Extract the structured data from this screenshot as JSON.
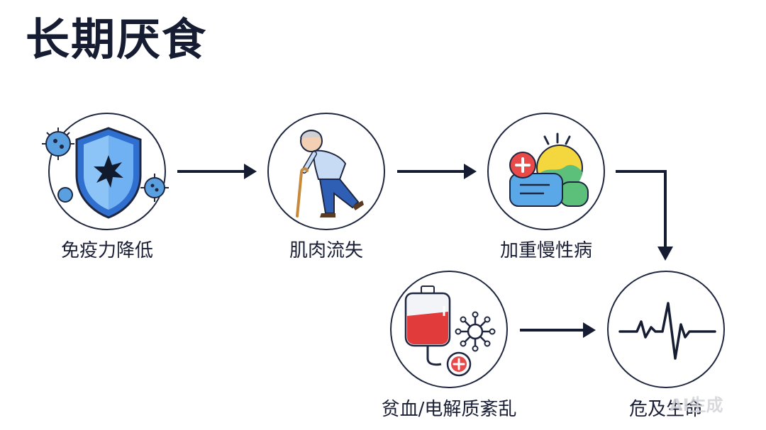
{
  "title": "长期厌食",
  "nodes": [
    {
      "label": "免疫力降低",
      "icon": "shield-virus-icon"
    },
    {
      "label": "肌肉流失",
      "icon": "elderly-cane-icon"
    },
    {
      "label": "加重慢性病",
      "icon": "chronic-disease-icon"
    },
    {
      "label": "贫血/电解质紊乱",
      "icon": "blood-bag-icon"
    },
    {
      "label": "危及生命",
      "icon": "heartbeat-icon"
    }
  ],
  "watermark": "AI生成",
  "colors": {
    "ink": "#161d33",
    "shield": "#3b7fe0",
    "virus": "#4a90d9",
    "blood": "#e23b3b"
  }
}
